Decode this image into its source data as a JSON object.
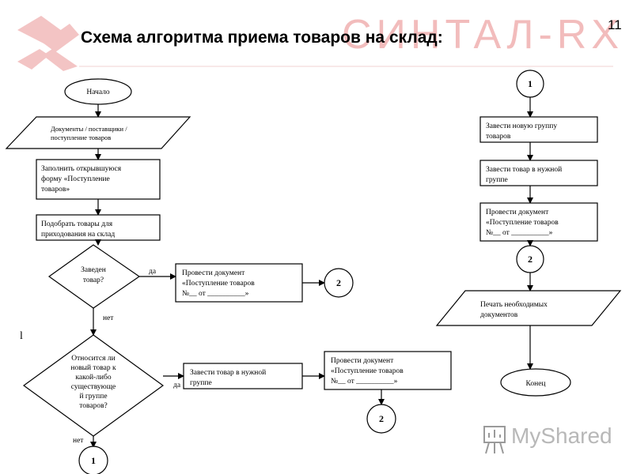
{
  "slide": {
    "page_number": "11",
    "title": "Схема алгоритма приема товаров на склад:",
    "stray_mark": "l"
  },
  "logos": {
    "watermark_text": "СИНТАЛ-RX",
    "watermark_color": "#f2bcbc",
    "mysh_text": "MyShared"
  },
  "flowchart": {
    "start": "Начало",
    "documents": [
      "Документы / поставщики /",
      "поступление товаров"
    ],
    "fill_form": [
      "Заполнить открывшуюся",
      "форму «Поступление",
      "товаров»"
    ],
    "select_goods": [
      "Подобрать товары для",
      "приходования на склад"
    ],
    "decision1": [
      "Заведен",
      "товар?"
    ],
    "yes_label": "да",
    "no_label": "нет",
    "post_doc": [
      "Провести документ",
      "«Поступление товаров",
      "№__ от __________»"
    ],
    "decision2": [
      "Относится ли",
      "новый товар к",
      "какой-либо",
      "существующе",
      "й группе",
      "товаров?"
    ],
    "add_to_group": [
      "Завести товар в нужной",
      "группе"
    ],
    "connector_1": "1",
    "connector_2": "2",
    "new_group": [
      "Завести новую группу",
      "товаров"
    ],
    "add_to_group_right": [
      "Завести товар в нужной",
      "группе"
    ],
    "print_docs": [
      "Печать необходимых",
      "документов"
    ],
    "end": "Конец"
  }
}
